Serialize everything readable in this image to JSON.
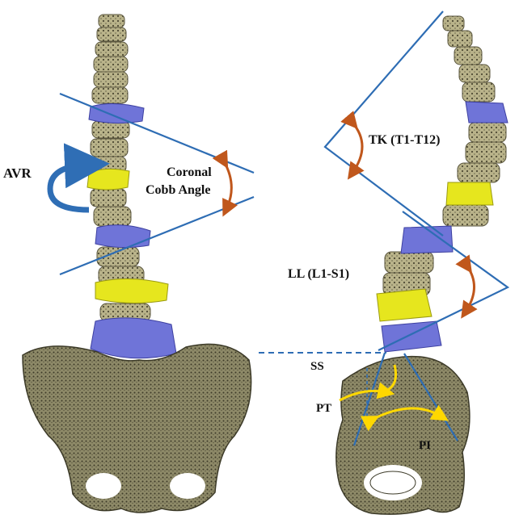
{
  "labels": {
    "avr": "AVR",
    "cobb_line1": "Coronal",
    "cobb_line2": "Cobb Angle",
    "tk": "TK (T1-T12)",
    "ll": "LL (L1-S1)",
    "ss": "SS",
    "pt": "PT",
    "pi": "PI"
  },
  "colors": {
    "bone": "#c9c39a",
    "bone_dark": "#6f6a4e",
    "pelvis": "#8c8866",
    "highlight_blue": "#6f74d8",
    "highlight_yellow": "#e6e61e",
    "line_blue": "#2e6db4",
    "arc_orange": "#c0571c",
    "arc_yellow": "#ffd800",
    "avr_arrow": "#2f6eb5"
  },
  "icons": {
    "avr": "curved-rotation-arrow-icon",
    "cobb": "angle-arc-icon"
  }
}
